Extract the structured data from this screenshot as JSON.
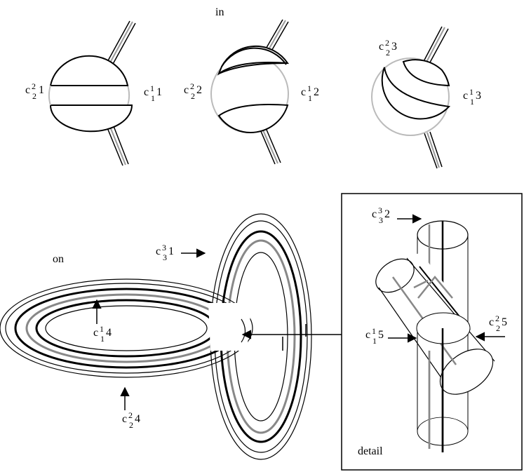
{
  "labels": {
    "in": "in",
    "on": "on",
    "detail": "detail",
    "c21": {
      "base": "c",
      "sup": "2",
      "sub": "2",
      "tail": "1"
    },
    "c11": {
      "base": "c",
      "sup": "1",
      "sub": "1",
      "tail": "1"
    },
    "c22": {
      "base": "c",
      "sup": "2",
      "sub": "2",
      "tail": "2"
    },
    "c12": {
      "base": "c",
      "sup": "1",
      "sub": "1",
      "tail": "2"
    },
    "c23": {
      "base": "c",
      "sup": "2",
      "sub": "2",
      "tail": "3"
    },
    "c13": {
      "base": "c",
      "sup": "1",
      "sub": "1",
      "tail": "3"
    },
    "c31": {
      "base": "c",
      "sup": "3",
      "sub": "3",
      "tail": "1"
    },
    "c14": {
      "base": "c",
      "sup": "1",
      "sub": "1",
      "tail": "4"
    },
    "c24": {
      "base": "c",
      "sup": "2",
      "sub": "2",
      "tail": "4"
    },
    "c32": {
      "base": "c",
      "sup": "3",
      "sub": "3",
      "tail": "2"
    },
    "c15": {
      "base": "c",
      "sup": "1",
      "sub": "1",
      "tail": "5"
    },
    "c25": {
      "base": "c",
      "sup": "2",
      "sub": "2",
      "tail": "5"
    }
  },
  "colors": {
    "ink": "#000000",
    "gray": "#888888",
    "lightgray": "#bbbbbb"
  }
}
